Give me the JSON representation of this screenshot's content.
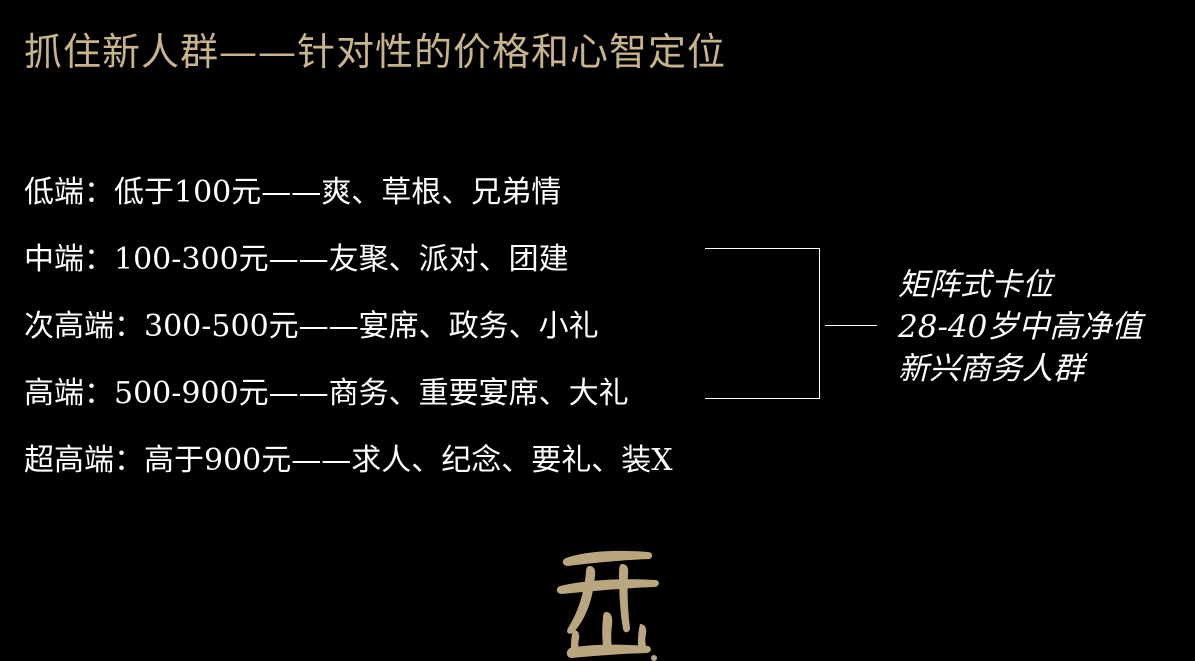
{
  "title": "抓住新人群——针对性的价格和心智定位",
  "tiers": [
    {
      "text": "低端：低于100元——爽、草根、兄弟情"
    },
    {
      "text": "中端：100-300元——友聚、派对、团建"
    },
    {
      "text": "次高端：300-500元——宴席、政务、小礼"
    },
    {
      "text": "高端：500-900元——商务、重要宴席、大礼"
    },
    {
      "text": "超高端：高于900元——求人、纪念、要礼、装X"
    }
  ],
  "target_group": {
    "lines": [
      "矩阵式卡位",
      "28-40岁中高净值",
      "新兴商务人群"
    ]
  },
  "colors": {
    "background": "#000000",
    "title_gold": "#c8b48a",
    "logo_gold": "#b9a67e",
    "text": "#ffffff"
  },
  "icons": {
    "logo": "kaishan-calligraphy-logo"
  }
}
